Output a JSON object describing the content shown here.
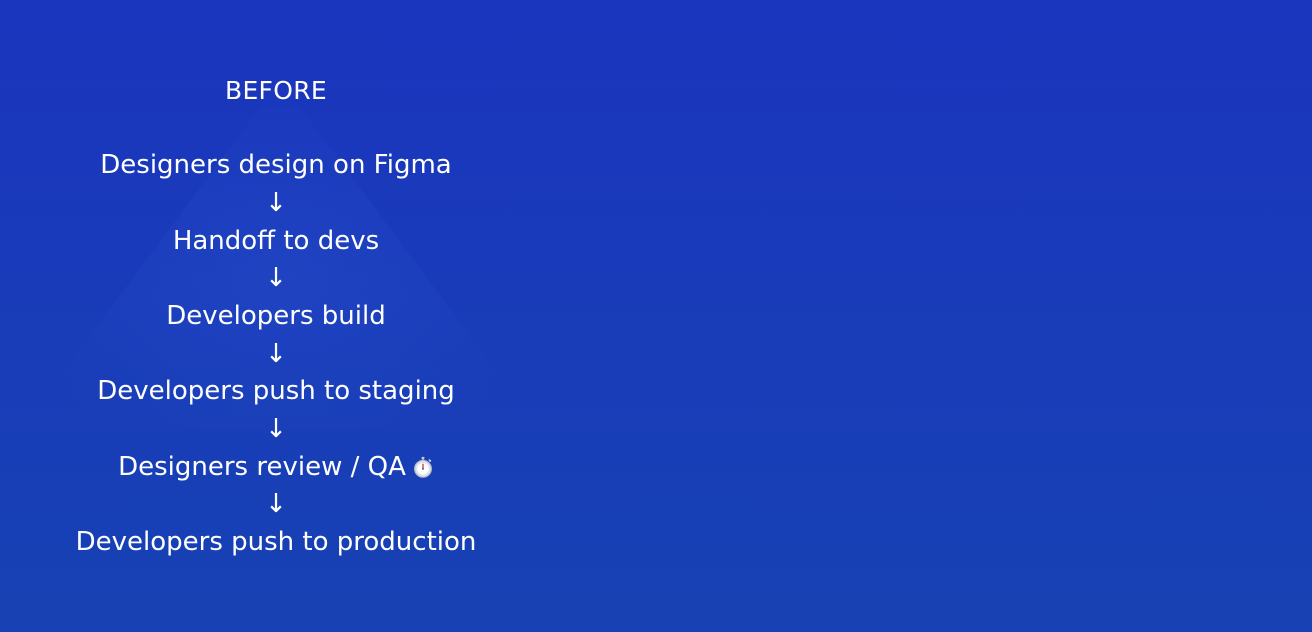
{
  "slide": {
    "background_top": "#1a35be",
    "background_bottom": "#1842b4",
    "title": "BEFORE",
    "steps": [
      {
        "label": "Designers design on Figma"
      },
      {
        "label": "Handoff to devs"
      },
      {
        "label": "Developers build"
      },
      {
        "label": "Developers push to staging"
      },
      {
        "label": "Designers review / QA",
        "icon": "stopwatch-icon"
      },
      {
        "label": "Developers push to production"
      }
    ],
    "arrow_glyph": "↓"
  }
}
